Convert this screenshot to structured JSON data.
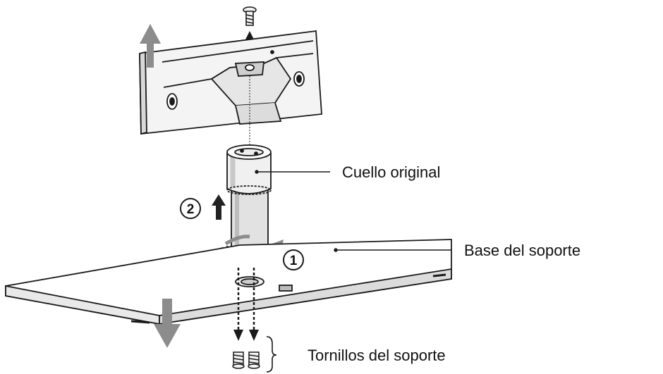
{
  "labels": {
    "neck": "Cuello original",
    "base": "Base del soporte",
    "screws": "Tornillos del soporte"
  },
  "steps": {
    "one": "1",
    "two": "2"
  },
  "colors": {
    "line": "#1a1a1a",
    "part_fill": "#f2f2f2",
    "shade": "#cfcfcf",
    "arrow_gray": "#8c8c8c",
    "dark_arrow": "#222222"
  }
}
